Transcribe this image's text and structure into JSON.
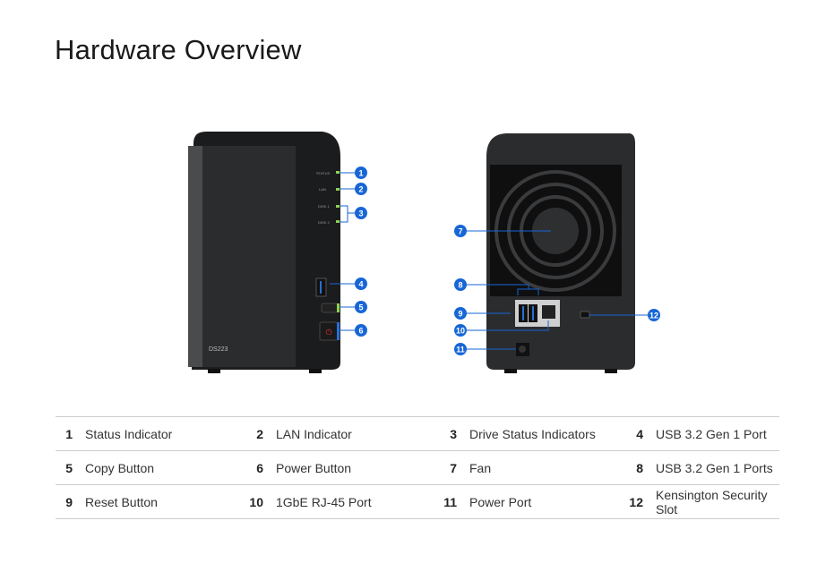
{
  "title": "Hardware Overview",
  "front": {
    "model": "DS223",
    "led_labels": [
      "STATUS",
      "LAN",
      "DISK 1",
      "DISK 2"
    ],
    "callouts": [
      "1",
      "2",
      "3",
      "4",
      "5",
      "6"
    ]
  },
  "rear": {
    "callouts": [
      "7",
      "8",
      "9",
      "10",
      "11",
      "12"
    ]
  },
  "colors": {
    "callout": "#1766d6",
    "device": "#2a2b2d",
    "led": "#8fd14f"
  },
  "components": [
    {
      "num": "1",
      "label": "Status Indicator"
    },
    {
      "num": "2",
      "label": "LAN Indicator"
    },
    {
      "num": "3",
      "label": "Drive Status Indicators"
    },
    {
      "num": "4",
      "label": "USB 3.2 Gen 1 Port"
    },
    {
      "num": "5",
      "label": "Copy Button"
    },
    {
      "num": "6",
      "label": "Power Button"
    },
    {
      "num": "7",
      "label": "Fan"
    },
    {
      "num": "8",
      "label": "USB 3.2 Gen 1 Ports"
    },
    {
      "num": "9",
      "label": "Reset Button"
    },
    {
      "num": "10",
      "label": "1GbE RJ-45 Port"
    },
    {
      "num": "11",
      "label": "Power Port"
    },
    {
      "num": "12",
      "label": "Kensington Security Slot"
    }
  ]
}
